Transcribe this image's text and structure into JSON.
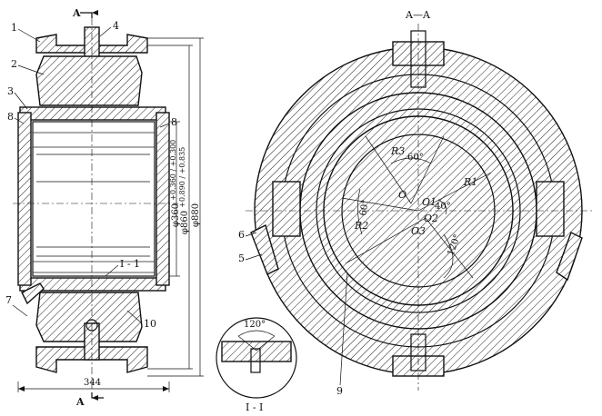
{
  "section_view": {
    "part_labels": [
      "1",
      "2",
      "3",
      "4",
      "8",
      "8",
      "7",
      "10"
    ],
    "section_mark_top": "A",
    "section_mark_bottom": "A",
    "detail_callout": "I - 1",
    "dim_width": "344",
    "dim_d360": "φ360",
    "dim_d360_tol": "+0.360 / +0.300",
    "dim_d860": "φ860",
    "dim_d860_tol": "+0.890 / +0.835",
    "dim_d880": "φ880"
  },
  "detail_view": {
    "angle": "120°",
    "caption": "I - I"
  },
  "end_view": {
    "title": "A—A",
    "angle_top": "60°",
    "angle_right": "40°",
    "angle_left": "60°",
    "angle_bottom": "120°",
    "r3": "R3",
    "r1": "R1",
    "r2": "R2",
    "o": "O",
    "o1": "O1",
    "o2": "O2",
    "o3": "O3",
    "part_labels": [
      "6",
      "5",
      "9"
    ]
  }
}
